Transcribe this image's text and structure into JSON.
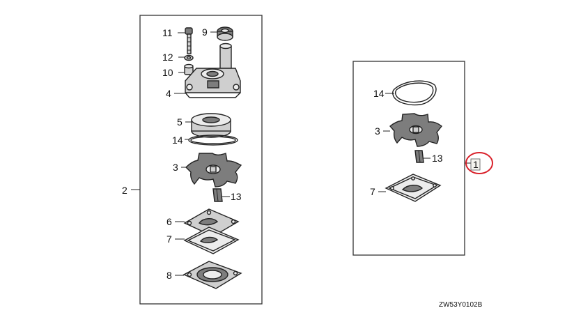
{
  "diagram": {
    "left_group_label": "2",
    "right_group_label": "1",
    "drawing_code": "ZW53Y0102B",
    "highlight_color": "#d9202a",
    "left_callouts": {
      "bolt": "11",
      "cap": "9",
      "washer": "12",
      "collar": "10",
      "housing": "4",
      "insert": "5",
      "seal_ring": "14",
      "impeller": "3",
      "key": "13",
      "plate": "6",
      "gasket": "7",
      "bottom_plate": "8"
    },
    "right_callouts": {
      "seal_ring": "14",
      "impeller": "3",
      "key": "13",
      "gasket": "7"
    }
  }
}
